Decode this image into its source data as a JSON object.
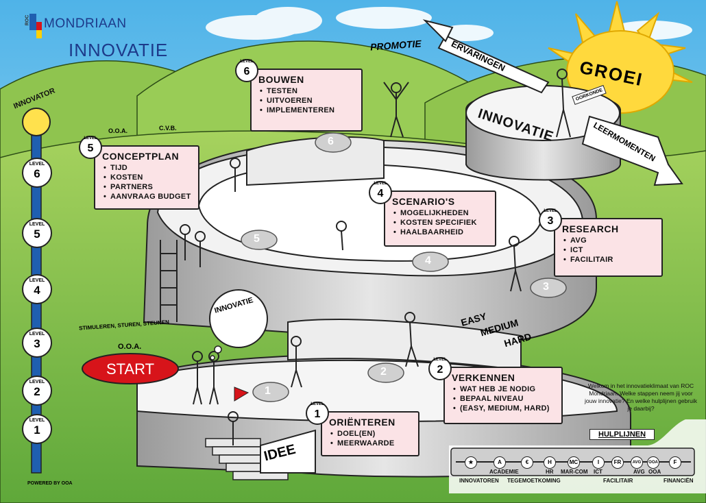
{
  "logo": {
    "prefix": "ROC",
    "name": "MONDRIAAN",
    "subtitle": "INNOVATIE"
  },
  "innovator_label": "INNOVATOR",
  "pole_levels": [
    {
      "word": "LEVEL",
      "num": "6"
    },
    {
      "word": "LEVEL",
      "num": "5"
    },
    {
      "word": "LEVEL",
      "num": "4"
    },
    {
      "word": "LEVEL",
      "num": "3"
    },
    {
      "word": "LEVEL",
      "num": "2"
    },
    {
      "word": "LEVEL",
      "num": "1"
    }
  ],
  "arrows": {
    "promotie": "PROMOTIE",
    "ervaringen": "ERVARINGEN",
    "leermomenten": "LEERMOMENTEN",
    "idee": "IDEE"
  },
  "sun_label": "GROEI",
  "top_platform": "INNOVATIE",
  "certificate": "OORKONDE",
  "thought_bubble": "INNOVATIE",
  "ooa_top": {
    "ooa": "O.O.A.",
    "cvb": "C.V.B."
  },
  "start": {
    "caption": "STIMULEREN, STUREN, STEUNEN",
    "ooa": "O.O.A.",
    "label": "START"
  },
  "difficulty": [
    "EASY",
    "MEDIUM",
    "HARD"
  ],
  "step_numbers": [
    "1",
    "2",
    "3",
    "4",
    "5",
    "6"
  ],
  "cards": {
    "level6": {
      "lvl": "6",
      "title": "BOUWEN",
      "items": [
        "TESTEN",
        "UITVOEREN",
        "IMPLEMENTEREN"
      ]
    },
    "level5": {
      "lvl": "5",
      "title": "CONCEPTPLAN",
      "items": [
        "TIJD",
        "KOSTEN",
        "PARTNERS",
        "AANVRAAG BUDGET"
      ]
    },
    "level4": {
      "lvl": "4",
      "title": "SCENARIO'S",
      "items": [
        "MOGELIJKHEDEN",
        "KOSTEN SPECIFIEK",
        "HAALBAARHEID"
      ]
    },
    "level3": {
      "lvl": "3",
      "title": "RESEARCH",
      "items": [
        "AVG",
        "ICT",
        "FACILITAIR"
      ]
    },
    "level2": {
      "lvl": "2",
      "title": "VERKENNEN",
      "items": [
        "WAT HEB JE NODIG",
        "BEPAAL NIVEAU",
        "(EASY, MEDIUM, HARD)"
      ]
    },
    "level1": {
      "lvl": "1",
      "title": "ORIËNTEREN",
      "items": [
        "DOEL(EN)",
        "MEERWAARDE"
      ]
    }
  },
  "level_word": "LEVEL",
  "welcome_text": "Welkom in het innovatieklimaat van ROC Mondriaan. Welke stappen neem jij voor jouw innovatie? En welke hulplijnen gebruik je daarbij?",
  "hulplijnen": {
    "title": "HULPLIJNEN",
    "icons": [
      "★",
      "A",
      "€",
      "H",
      "MC",
      "I",
      "FR",
      "AVG",
      "OOA",
      "F"
    ],
    "labels": [
      "INNOVATOREN",
      "ACADEMIE",
      "TEGEMOETKOMING",
      "HR",
      "MAR-COM",
      "ICT",
      "FACILITAIR",
      "AVG",
      "OOA",
      "FINANCIËN"
    ]
  },
  "powered_by": "POWERED BY OOA",
  "colors": {
    "sky": "#8fd3f4",
    "hills": "#8cc152",
    "card_fill": "#fbe3e6",
    "start_red": "#d7141a",
    "pole_blue": "#1f5fb0",
    "sun": "#ffd93d"
  }
}
